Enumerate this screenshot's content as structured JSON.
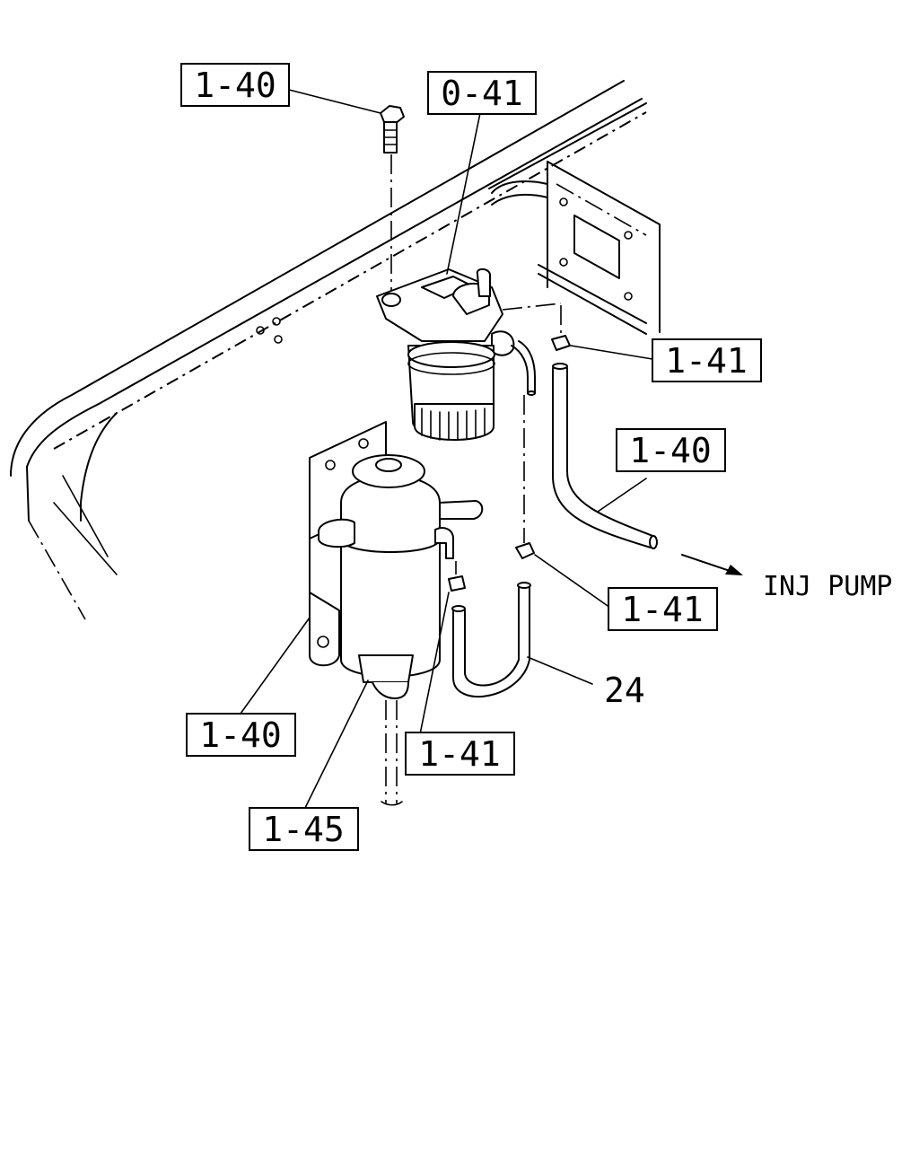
{
  "labels": {
    "bolt_top": "1-40",
    "filter_head": "0-41",
    "clip_right_upper": "1-41",
    "hose_right": "1-40",
    "clip_right_lower": "1-41",
    "hose_24": "24",
    "bracket_lower": "1-40",
    "clip_lower": "1-41",
    "sedimenter": "1-45",
    "inj_pump": "INJ PUMP"
  }
}
